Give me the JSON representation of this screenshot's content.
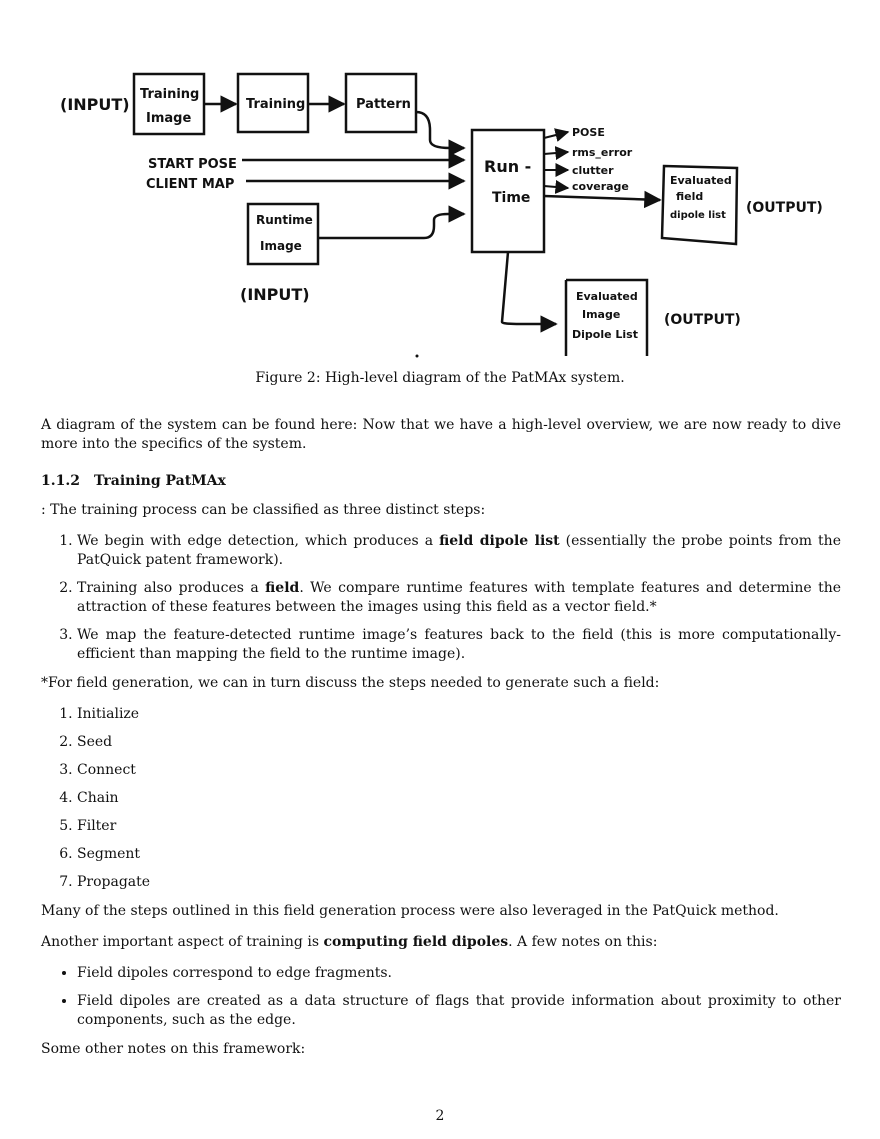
{
  "figure": {
    "boxes": {
      "training_image": [
        "Training",
        "Image"
      ],
      "training": "Training",
      "pattern": "Pattern",
      "runtime": [
        "Run -",
        "Time"
      ],
      "runtime_image": [
        "Runtime",
        "Image"
      ],
      "eval_field": [
        "Evaluated",
        "field",
        "dipole list"
      ],
      "eval_image": [
        "Evaluated",
        "Image",
        "Dipole List"
      ]
    },
    "labels": {
      "input_top": "(INPUT)",
      "input_bottom": "(INPUT)",
      "start_pose": "START POSE",
      "client_map": "CLIENT MAP",
      "output_right": "(OUTPUT)",
      "output_bottom": "(OUTPUT)"
    },
    "outputs": [
      "POSE",
      "rms_error",
      "clutter",
      "coverage"
    ]
  },
  "caption": "Figure 2: High-level diagram of the PatMAx system.",
  "intro": "A diagram of the system can be found here: Now that we have a high-level overview, we are now ready to dive more into the specifics of the system.",
  "section": {
    "number": "1.1.2",
    "title": "Training PatMAx"
  },
  "training_intro": ": The training process can be classified as three distinct steps:",
  "training_steps": [
    {
      "pre": "We begin with edge detection, which produces a ",
      "bold": "field dipole list",
      "post": " (essentially the probe points from the PatQuick patent framework)."
    },
    {
      "pre": "Training also produces a ",
      "bold": "field",
      "post": ". We compare runtime features with template features and determine the attraction of these features between the images using this field as a vector field.*"
    },
    {
      "pre": "We map the feature-detected runtime image’s features back to the field (this is more computationally-efficient than mapping the field to the runtime image).",
      "bold": "",
      "post": ""
    }
  ],
  "field_intro": "*For field generation, we can in turn discuss the steps needed to generate such a field:",
  "field_steps": [
    "Initialize",
    "Seed",
    "Connect",
    "Chain",
    "Filter",
    "Segment",
    "Propagate"
  ],
  "leverage_note": "Many of the steps outlined in this field generation process were also leveraged in the PatQuick method.",
  "dipoles_para": {
    "pre": "Another important aspect of training is ",
    "bold": "computing field dipoles",
    "post": ". A few notes on this:"
  },
  "dipole_notes": [
    "Field dipoles correspond to edge fragments.",
    "Field dipoles are created as a data structure of flags that provide information about proximity to other components, such as the edge."
  ],
  "closing": "Some other notes on this framework:",
  "page_number": "2"
}
